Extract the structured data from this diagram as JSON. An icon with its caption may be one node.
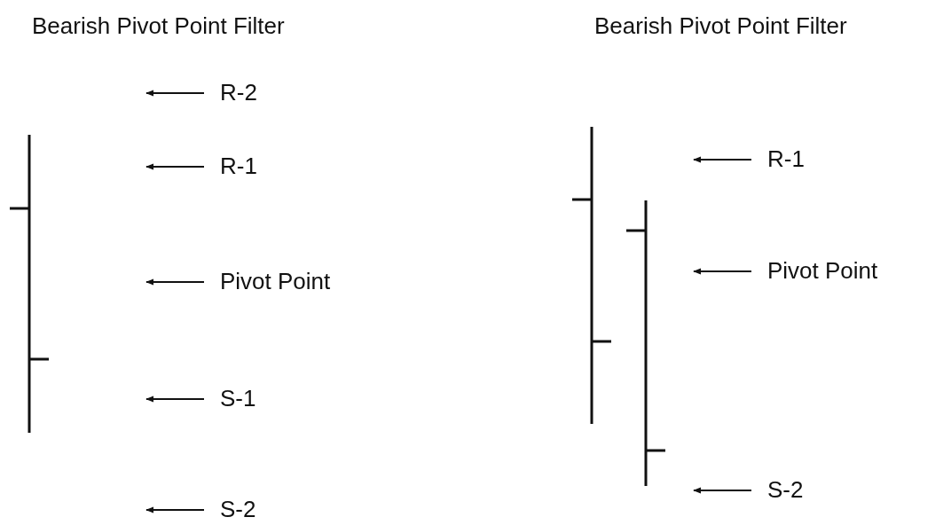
{
  "diagram": {
    "nodes": [
      {
        "text": [
          "R-2"
        ]
      },
      {
        "text": [
          "R-1"
        ]
      },
      {
        "text": [
          "Pivot Point"
        ]
      },
      {
        "text": [
          "S-1"
        ]
      },
      {
        "text": [
          "S-2"
        ]
      },
      {
        "text": [
          "R-1"
        ]
      },
      {
        "text": [
          "Pivot Point"
        ]
      },
      {
        "text": [
          "S-2"
        ]
      }
    ],
    "edges": [
      {
        "from": 0,
        "to": null,
        "arrow": "to"
      },
      {
        "from": 1,
        "to": null,
        "arrow": "to"
      },
      {
        "from": 2,
        "to": null,
        "arrow": "to"
      },
      {
        "from": 3,
        "to": null,
        "arrow": "to"
      },
      {
        "from": 4,
        "to": null,
        "arrow": "to"
      },
      {
        "from": 5,
        "to": null,
        "arrow": "to"
      },
      {
        "from": 6,
        "to": null,
        "arrow": "to"
      },
      {
        "from": 7,
        "to": null,
        "arrow": "to"
      }
    ],
    "labels": [
      "Bearish Pivot Point Filter",
      "Bearish Pivot Point Filter"
    ]
  }
}
